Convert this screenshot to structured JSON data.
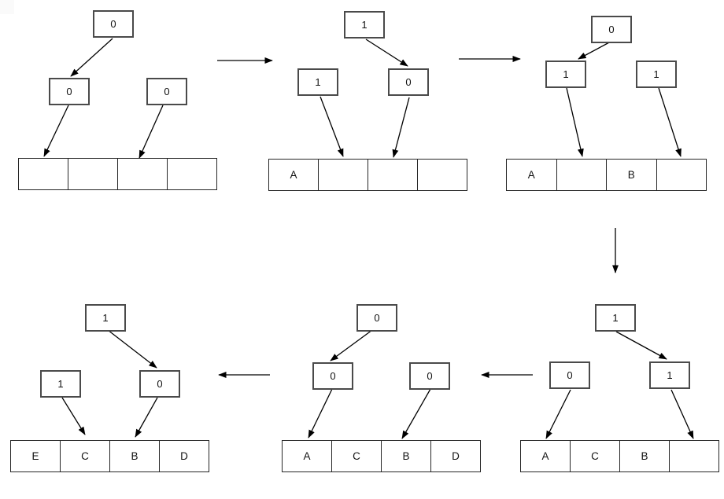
{
  "diagram": {
    "colors": {
      "background": "#ffffff",
      "line": "#000000",
      "node_border": "#4a4a4a",
      "array_border": "#262626",
      "text": "#111111"
    },
    "panels": [
      {
        "root": "0",
        "left_child": "0",
        "right_child": "0",
        "cells": [
          "",
          "",
          "",
          ""
        ]
      },
      {
        "root": "1",
        "left_child": "1",
        "right_child": "0",
        "cells": [
          "A",
          "",
          "",
          ""
        ]
      },
      {
        "root": "0",
        "left_child": "1",
        "right_child": "1",
        "cells": [
          "A",
          "",
          "B",
          ""
        ]
      },
      {
        "root": "1",
        "left_child": "0",
        "right_child": "1",
        "cells": [
          "A",
          "C",
          "B",
          ""
        ]
      },
      {
        "root": "0",
        "left_child": "0",
        "right_child": "0",
        "cells": [
          "A",
          "C",
          "B",
          "D"
        ]
      },
      {
        "root": "1",
        "left_child": "1",
        "right_child": "0",
        "cells": [
          "E",
          "C",
          "B",
          "D"
        ]
      }
    ]
  }
}
